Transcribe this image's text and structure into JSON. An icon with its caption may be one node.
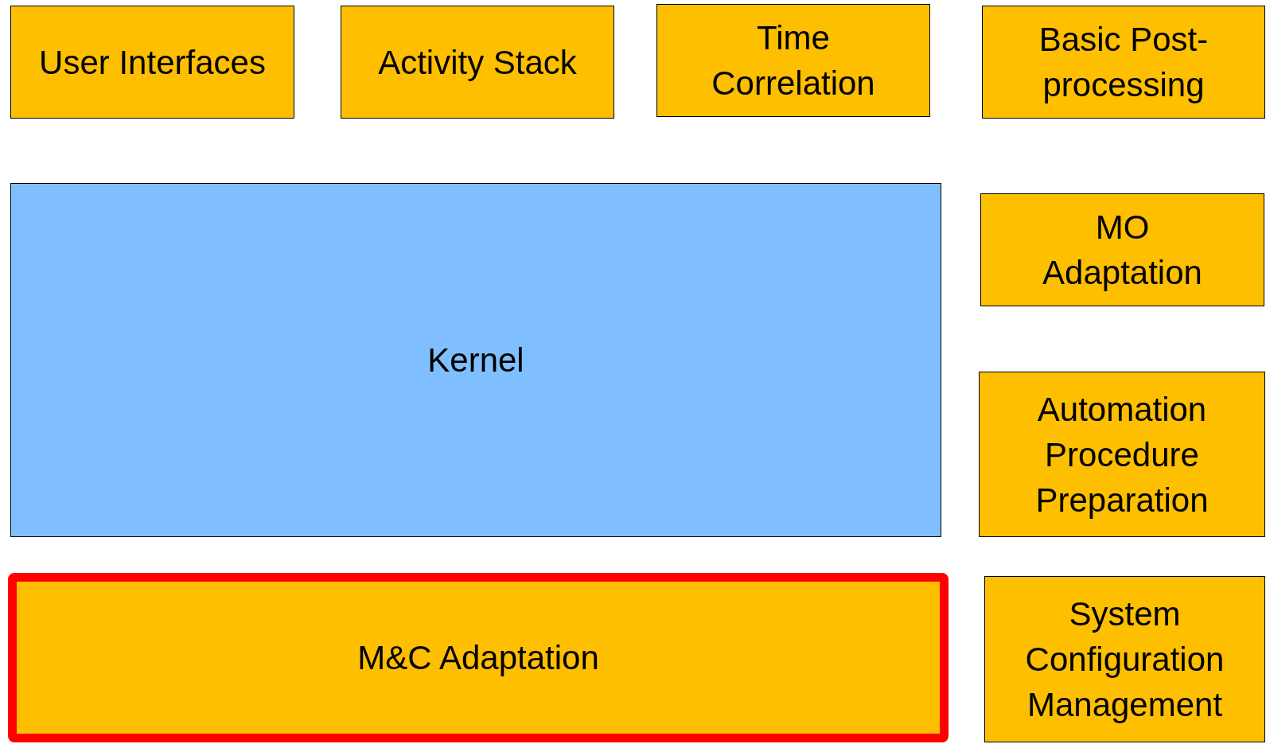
{
  "diagram": {
    "nodes": [
      {
        "text": [
          "User Interfaces"
        ]
      },
      {
        "text": [
          "Activity Stack"
        ]
      },
      {
        "text": [
          "Time Correlation"
        ]
      },
      {
        "text": [
          "Basic Post-processing"
        ]
      },
      {
        "text": [
          "Kernel"
        ]
      },
      {
        "text": [
          "MO Adaptation"
        ]
      },
      {
        "text": [
          "Automation Procedure Preparation"
        ]
      },
      {
        "text": [
          "M&C Adaptation"
        ]
      },
      {
        "text": [
          "System Configuration Management"
        ]
      }
    ]
  }
}
